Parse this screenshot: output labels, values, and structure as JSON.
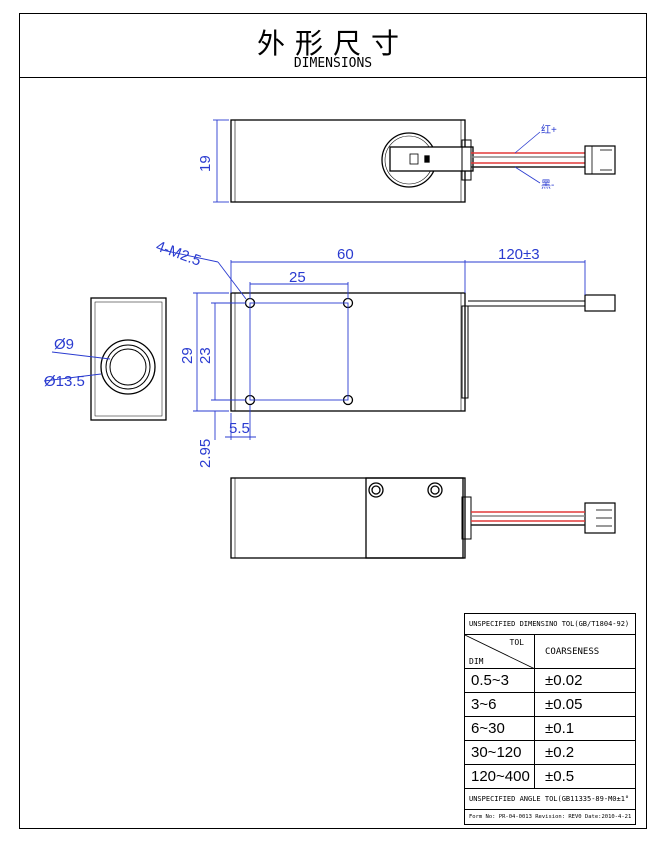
{
  "header": {
    "title_cn": "外形尺寸",
    "title_en": "DIMENSIONS"
  },
  "dimensions": {
    "height_top": "19",
    "length": "60",
    "cable": "120±3",
    "thread": "4-M2.5",
    "hole_spacing_x": "25",
    "hole_spacing_y": "23",
    "height_front": "29",
    "edge_x": "5.5",
    "edge_y": "2.95",
    "bore_inner": "Ø9",
    "bore_outer": "Ø13.5"
  },
  "wire_labels": {
    "red": "红+",
    "black": "黑-"
  },
  "tolerance_table": {
    "title": "UNSPECIFIED DIMENSINO TOL(GB/T1804-92)",
    "col_tol": "TOL",
    "col_dim": "DIM",
    "col_class": "COARSENESS",
    "rows": [
      {
        "range": "0.5~3",
        "tol": "±0.02"
      },
      {
        "range": "3~6",
        "tol": "±0.05"
      },
      {
        "range": "6~30",
        "tol": "±0.1"
      },
      {
        "range": "30~120",
        "tol": "±0.2"
      },
      {
        "range": "120~400",
        "tol": "±0.5"
      }
    ],
    "angle_note": "UNSPECIFIED ANGLE TOL(GB11335-89-M0±1°",
    "footer": "Form No: PR-04-0013 Revision: REV0 Date:2010-4-21"
  },
  "colors": {
    "line": "#000000",
    "dimension": "#2a3bd0",
    "wire_red": "#e23a3a",
    "wire_black": "#222222"
  }
}
